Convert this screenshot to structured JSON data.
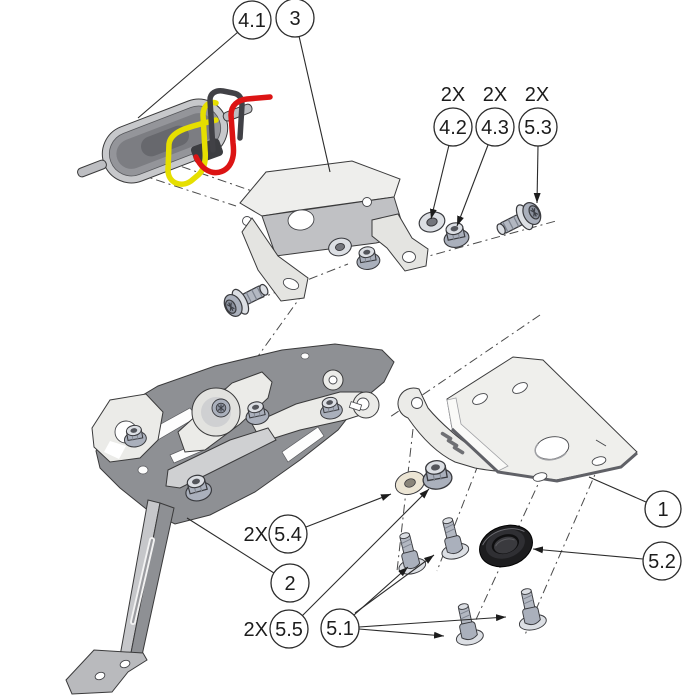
{
  "diagram": {
    "background": "#ffffff",
    "line_color": "#2b2b2b",
    "colors": {
      "metal_light": "#ebebe8",
      "metal_mid": "#cfd0d2",
      "metal_dark": "#8e9094",
      "fastener_steel": "#aab0bc",
      "wire_yellow": "#e6df00",
      "wire_red": "#dc1414",
      "wire_black": "#414146",
      "grommet_black": "#1d1d1f",
      "washer_cream": "#ece5d4"
    },
    "balloons": {
      "b4_1": {
        "label": "4.1",
        "qty": ""
      },
      "b3": {
        "label": "3",
        "qty": ""
      },
      "b4_2": {
        "label": "4.2",
        "qty": "2X"
      },
      "b4_3": {
        "label": "4.3",
        "qty": "2X"
      },
      "b5_3": {
        "label": "5.3",
        "qty": "2X"
      },
      "b1": {
        "label": "1",
        "qty": ""
      },
      "b5_2": {
        "label": "5.2",
        "qty": ""
      },
      "b2": {
        "label": "2",
        "qty": ""
      },
      "b5_4": {
        "label": "5.4",
        "qty": "2X"
      },
      "b5_5": {
        "label": "5.5",
        "qty": "2X"
      },
      "b5_1": {
        "label": "5.1",
        "qty": ""
      }
    },
    "parts": {
      "b4_1": "tail-light-with-wires",
      "b3": "upper-u-bracket",
      "b4_2": "washer",
      "b4_3": "flange-nut",
      "b5_3": "torx-flange-screw",
      "b1": "mounting-plate",
      "b5_2": "rubber-grommet",
      "b2": "plate-holder-assembly",
      "b5_4": "large-washer",
      "b5_5": "lock-nut",
      "b5_1": "pan-head-screw"
    }
  }
}
